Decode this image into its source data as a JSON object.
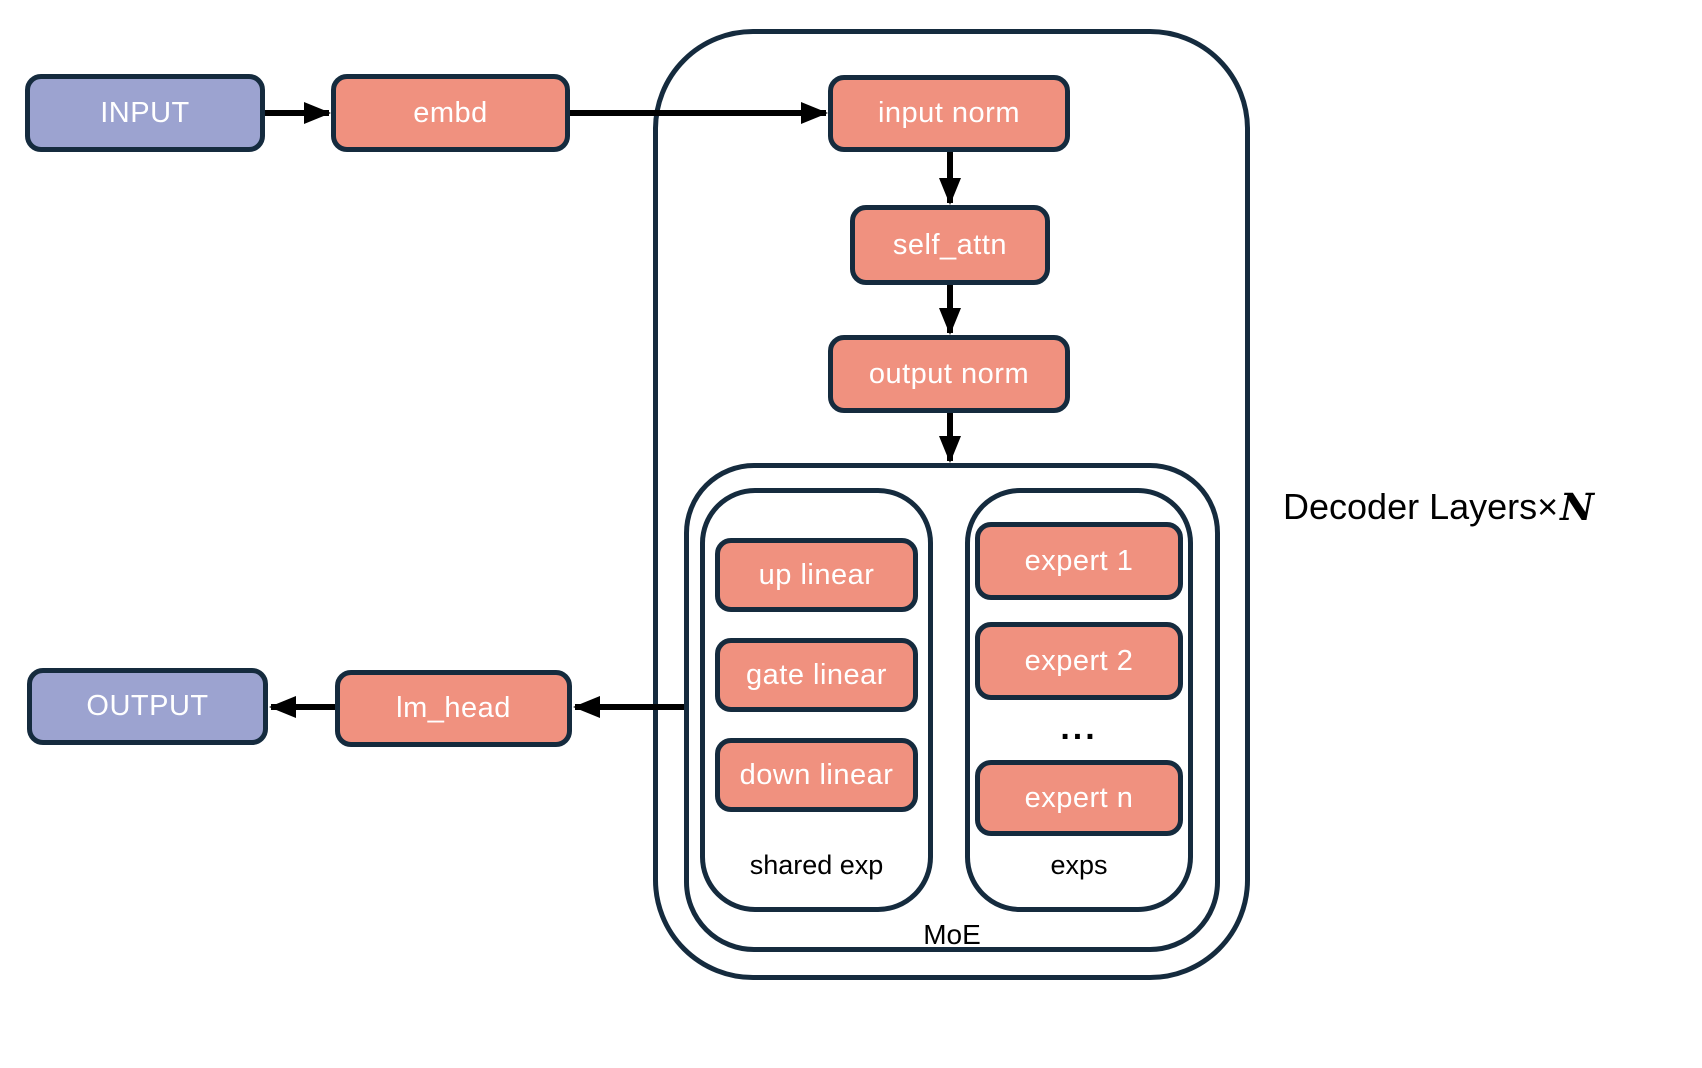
{
  "colors": {
    "background": "#ffffff",
    "accent_fill": "#F0917F",
    "io_fill": "#9CA3D0",
    "border": "#152B3E",
    "arrow": "#000000",
    "node_text": "#ffffff",
    "label_text": "#000000"
  },
  "nodes": {
    "input": "INPUT",
    "embd": "embd",
    "input_norm": "input norm",
    "self_attn": "self_attn",
    "output_norm": "output norm",
    "up_linear": "up linear",
    "gate_linear": "gate linear",
    "down_linear": "down linear",
    "expert_1": "expert 1",
    "expert_2": "expert 2",
    "expert_n": "expert n",
    "lm_head": "lm_head",
    "output": "OUTPUT"
  },
  "labels": {
    "ellipsis": "...",
    "shared_exp": "shared exp",
    "exps": "exps",
    "moe": "MoE",
    "decoder_prefix": "Decoder Layers",
    "decoder_times": "×",
    "decoder_n": "N"
  }
}
